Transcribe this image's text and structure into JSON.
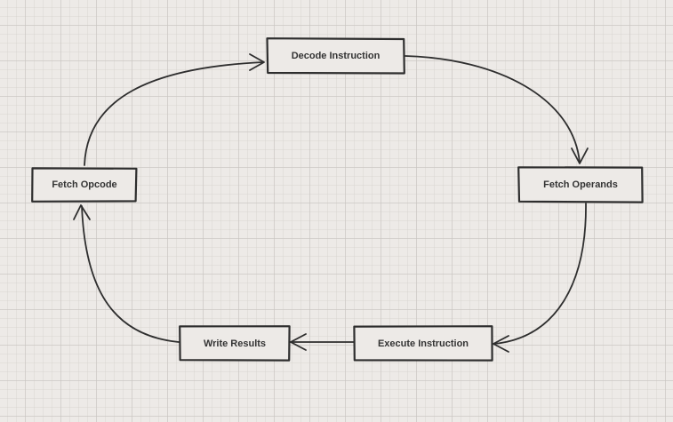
{
  "diagram": {
    "nodes": {
      "decode": {
        "label": "Decode Instruction"
      },
      "fetch_operands": {
        "label": "Fetch Operands"
      },
      "execute": {
        "label": "Execute Instruction"
      },
      "write": {
        "label": "Write Results"
      },
      "fetch_opcode": {
        "label": "Fetch Opcode"
      }
    },
    "edges": [
      {
        "from": "Fetch Opcode",
        "to": "Decode Instruction"
      },
      {
        "from": "Decode Instruction",
        "to": "Fetch Operands"
      },
      {
        "from": "Fetch Operands",
        "to": "Execute Instruction"
      },
      {
        "from": "Execute Instruction",
        "to": "Write Results"
      },
      {
        "from": "Write Results",
        "to": "Fetch Opcode"
      }
    ],
    "colors": {
      "background": "#edeae7",
      "grid": "#c8c4c0",
      "stroke": "#2e2e2e",
      "text": "#333333"
    }
  }
}
